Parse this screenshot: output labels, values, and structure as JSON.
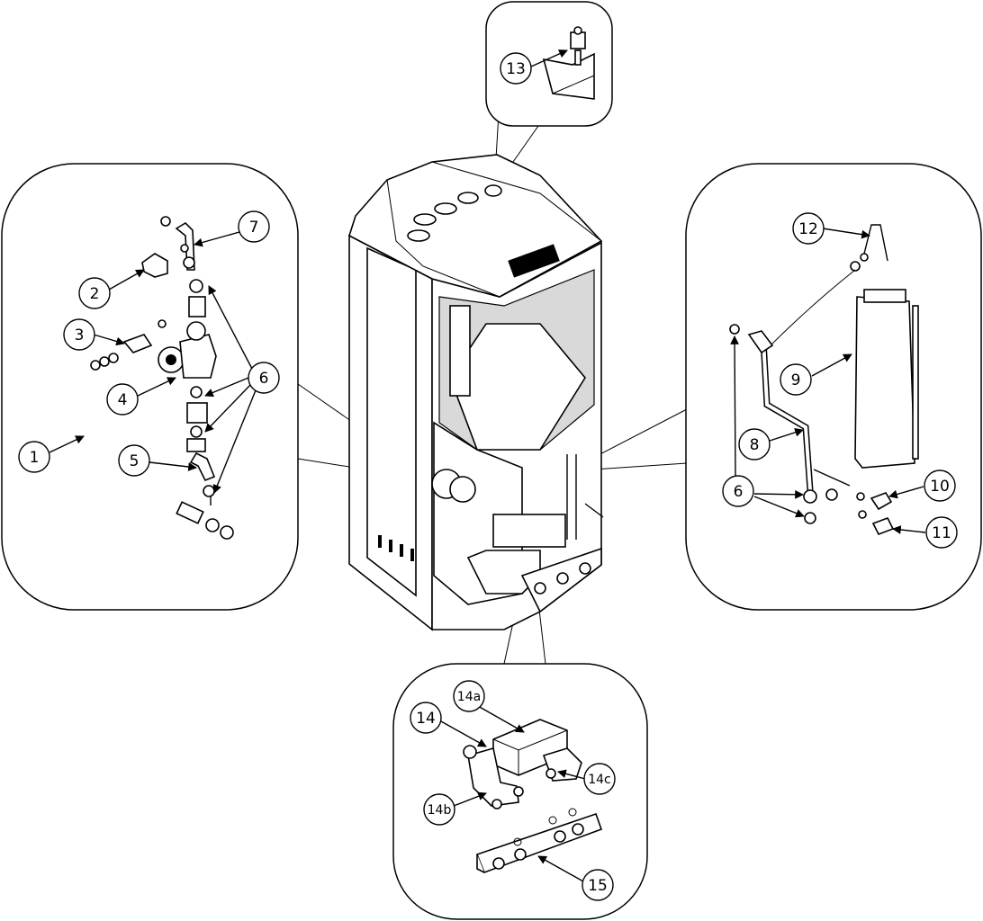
{
  "callouts": {
    "c1": "1",
    "c2": "2",
    "c3": "3",
    "c4": "4",
    "c5": "5",
    "c6_left": "6",
    "c7": "7",
    "c6_right": "6",
    "c8": "8",
    "c9": "9",
    "c10": "10",
    "c11": "11",
    "c12": "12",
    "c13": "13",
    "c14": "14",
    "c14a": "14a",
    "c14b": "14b",
    "c14c": "14c",
    "c15": "15"
  }
}
